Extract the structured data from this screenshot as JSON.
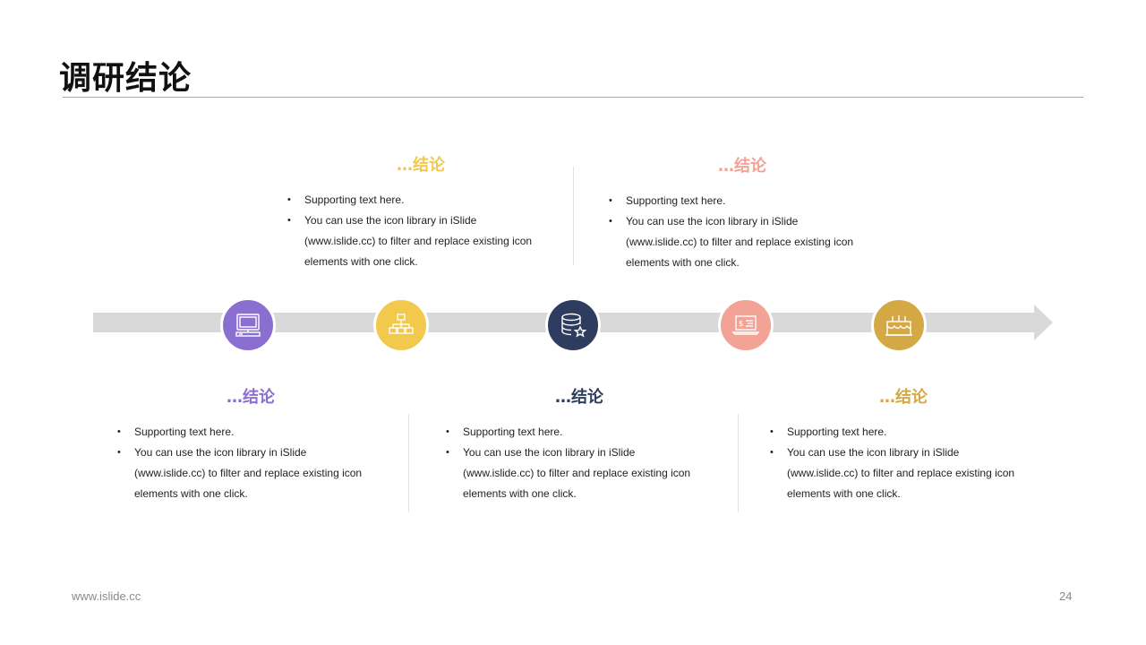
{
  "slide": {
    "title": "调研结论"
  },
  "timeline": {
    "nodes": [
      {
        "icon": "computer-icon",
        "color": "#8a6fd1"
      },
      {
        "icon": "org-chart-icon",
        "color": "#f2c94c"
      },
      {
        "icon": "database-star-icon",
        "color": "#2e3d5f"
      },
      {
        "icon": "laptop-chart-icon",
        "color": "#f2a395"
      },
      {
        "icon": "cake-icon",
        "color": "#d4a845"
      }
    ],
    "arrow_color": "#d9d9d9"
  },
  "blocks": [
    {
      "heading": "…结论",
      "color": "#8a6fd1",
      "bullets": [
        "Supporting text here.",
        "You can use the icon library in iSlide",
        "(www.islide.cc) to filter and replace existing icon",
        "elements with one click."
      ]
    },
    {
      "heading": "…结论",
      "color": "#f2c94c",
      "bullets": [
        "Supporting text here.",
        "You can use the icon library in iSlide",
        "(www.islide.cc) to filter and replace existing icon",
        "elements with one click."
      ]
    },
    {
      "heading": "…结论",
      "color": "#2e3d5f",
      "bullets": [
        "Supporting text here.",
        "You can use the icon library in iSlide",
        "(www.islide.cc) to filter and replace existing icon",
        "elements with one click."
      ]
    },
    {
      "heading": "…结论",
      "color": "#f2a395",
      "bullets": [
        "Supporting text here.",
        "You can use the icon library in iSlide",
        "(www.islide.cc) to filter and replace existing icon",
        "elements with one click."
      ]
    },
    {
      "heading": "…结论",
      "color": "#d4a845",
      "bullets": [
        "Supporting text here.",
        "You can use the icon library in iSlide",
        "(www.islide.cc) to filter and replace existing icon",
        "elements with one click."
      ]
    }
  ],
  "footer": {
    "url": "www.islide.cc",
    "page": "24"
  }
}
